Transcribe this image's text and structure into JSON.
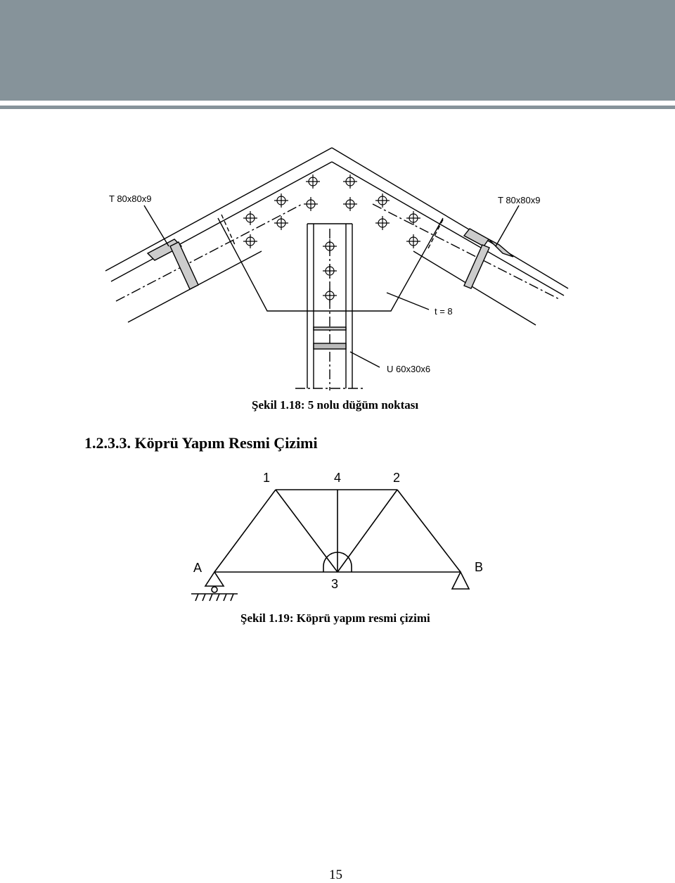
{
  "figure1": {
    "caption": "Şekil 1.18: 5 nolu düğüm noktası",
    "labels": {
      "left_member": "T 80x80x9",
      "right_member": "T 80x80x9",
      "plate": "t = 8",
      "vertical_member": "U 60x30x6"
    }
  },
  "section": {
    "heading": "1.2.3.3. Köprü Yapım Resmi Çizimi"
  },
  "figure2": {
    "caption": "Şekil 1.19: Köprü yapım resmi çizimi",
    "nodes": {
      "n1": "1",
      "n2": "2",
      "n3": "3",
      "n4": "4",
      "a": "A",
      "b": "B"
    }
  },
  "page": {
    "number": "15"
  }
}
